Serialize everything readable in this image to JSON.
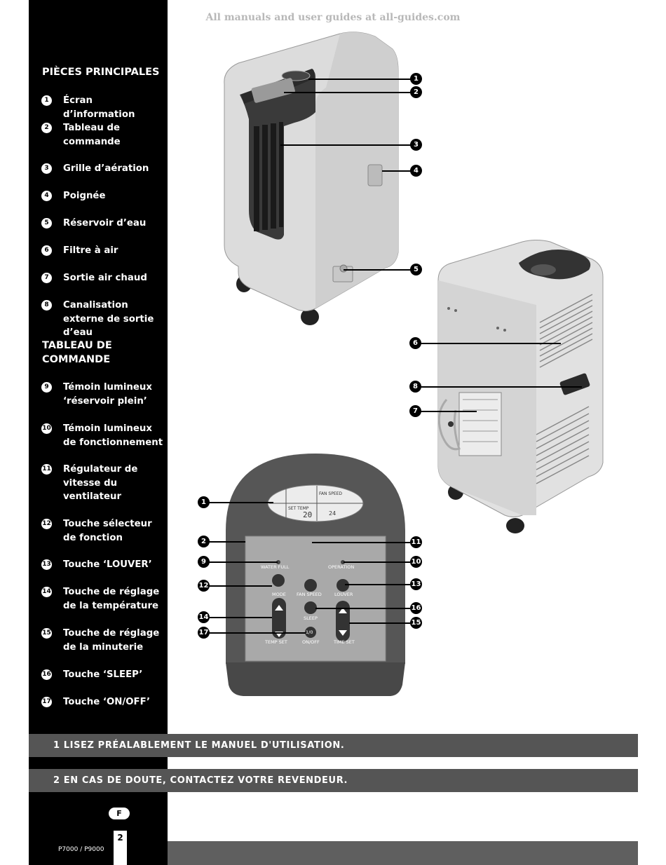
{
  "watermark": "All manuals and user guides at all-guides.com",
  "sections": {
    "main_parts": {
      "title": "PIÈCES PRINCIPALES",
      "items": [
        {
          "num": "1",
          "label": "Écran d’information"
        },
        {
          "num": "2",
          "label": "Tableau de commande"
        },
        {
          "num": "3",
          "label": "Grille d’aération"
        },
        {
          "num": "4",
          "label": "Poignée"
        },
        {
          "num": "5",
          "label": "Réservoir d’eau"
        },
        {
          "num": "6",
          "label": "Filtre à air"
        },
        {
          "num": "7",
          "label": "Sortie air chaud"
        },
        {
          "num": "8",
          "label": "Canalisation externe de sortie d’eau"
        }
      ]
    },
    "control_panel": {
      "title": "TABLEAU DE COMMANDE",
      "items": [
        {
          "num": "9",
          "label": "Témoin lumineux ‘réservoir plein’"
        },
        {
          "num": "10",
          "label": "Témoin lumineux de fonctionnement"
        },
        {
          "num": "11",
          "label": "Régulateur de vitesse du ventilateur"
        },
        {
          "num": "12",
          "label": "Touche sélecteur de fonction"
        },
        {
          "num": "13",
          "label": "Touche ‘LOUVER’"
        },
        {
          "num": "14",
          "label": "Touche de réglage de la température"
        },
        {
          "num": "15",
          "label": "Touche de réglage de la minuterie"
        },
        {
          "num": "16",
          "label": "Touche ‘SLEEP’"
        },
        {
          "num": "17",
          "label": "Touche ‘ON/OFF’"
        }
      ]
    }
  },
  "notices": [
    "1 LISEZ PRÉALABLEMENT LE MANUEL D'UTILISATION.",
    "2 EN CAS DE DOUTE, CONTACTEZ VOTRE REVENDEUR."
  ],
  "footer": {
    "language": "F",
    "page": "2",
    "model": "P7000 / P9000"
  },
  "panel_labels": {
    "fan_speed_display": "FAN SPEED",
    "set_temp_display": "SET TEMP",
    "temp_value": "20",
    "timer_value": "24",
    "water_full": "WATER FULL",
    "operation": "OPERATION",
    "mode": "MODE",
    "fan_speed": "FAN SPEED",
    "louver": "LOUVER",
    "sleep": "SLEEP",
    "temp_set": "TEMP SET",
    "on_off": "ON/OFF",
    "on_off_symbol": "1/0",
    "time_set": "TIME SET"
  },
  "callouts": {
    "front_unit": [
      "1",
      "2",
      "3",
      "4",
      "5"
    ],
    "back_unit": [
      "6",
      "8",
      "7"
    ],
    "panel": [
      "1",
      "2",
      "9",
      "12",
      "14",
      "17",
      "11",
      "10",
      "13",
      "16",
      "15"
    ]
  }
}
